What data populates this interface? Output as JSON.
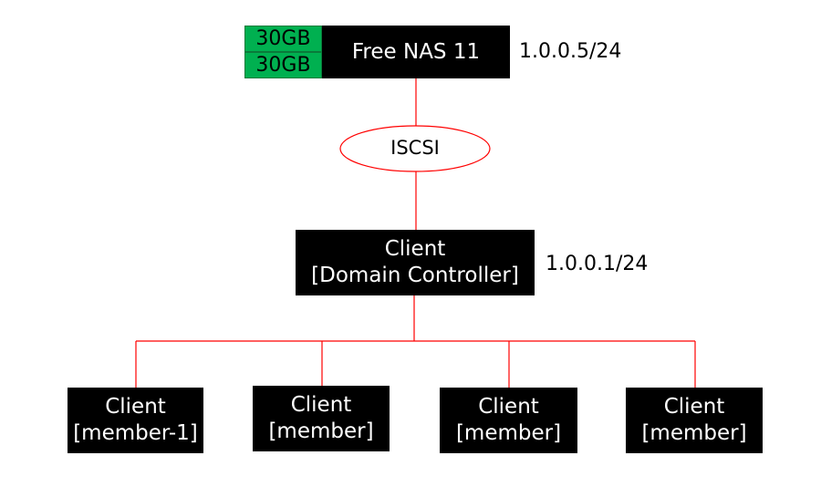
{
  "nas": {
    "title": "Free NAS 11",
    "ip": "1.0.0.5/24",
    "disks": [
      "30GB",
      "30GB"
    ]
  },
  "link": {
    "protocol": "ISCSI"
  },
  "controller": {
    "line1": "Client",
    "line2": "[Domain Controller]",
    "ip": "1.0.0.1/24"
  },
  "members": [
    {
      "line1": "Client",
      "line2": "[member-1]"
    },
    {
      "line1": "Client",
      "line2": "[member]"
    },
    {
      "line1": "Client",
      "line2": "[member]"
    },
    {
      "line1": "Client",
      "line2": "[member]"
    }
  ],
  "colors": {
    "link": "#ff0000",
    "disk": "#00b050",
    "box": "#000000"
  }
}
